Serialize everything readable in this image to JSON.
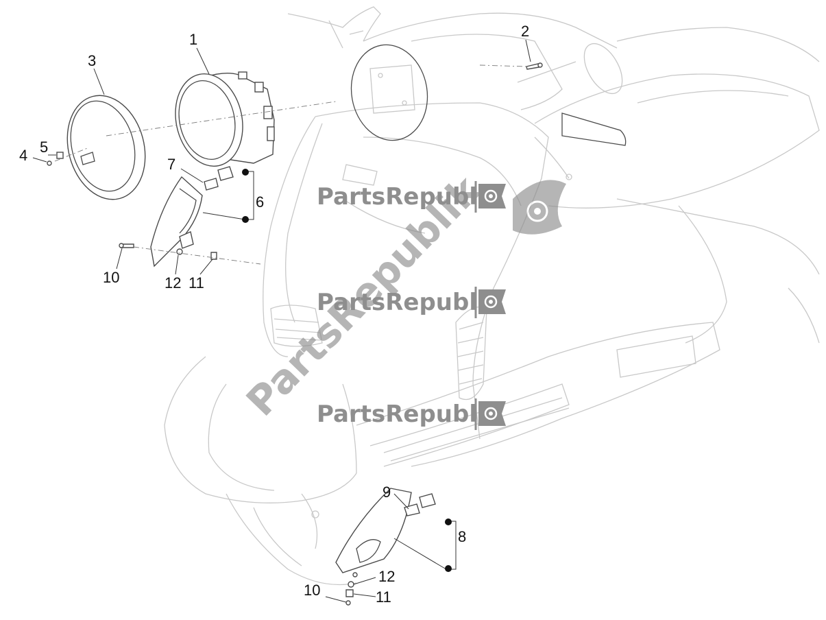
{
  "diagram": {
    "title": "",
    "callouts": {
      "c1": "1",
      "c2": "2",
      "c3": "3",
      "c4": "4",
      "c5": "5",
      "c6": "6",
      "c7": "7",
      "c8": "8",
      "c9": "9",
      "c10a": "10",
      "c10b": "10",
      "c11a": "11",
      "c11b": "11",
      "c12a": "12",
      "c12b": "12"
    },
    "colors": {
      "line": "#4a4a4a",
      "ghost": "#c8c8c8",
      "callout": "#111111",
      "dot": "#111111"
    }
  },
  "watermark": {
    "brand": "PartsRepublik",
    "color": "#8e8e8e",
    "icon": "gear-flag-icon"
  }
}
